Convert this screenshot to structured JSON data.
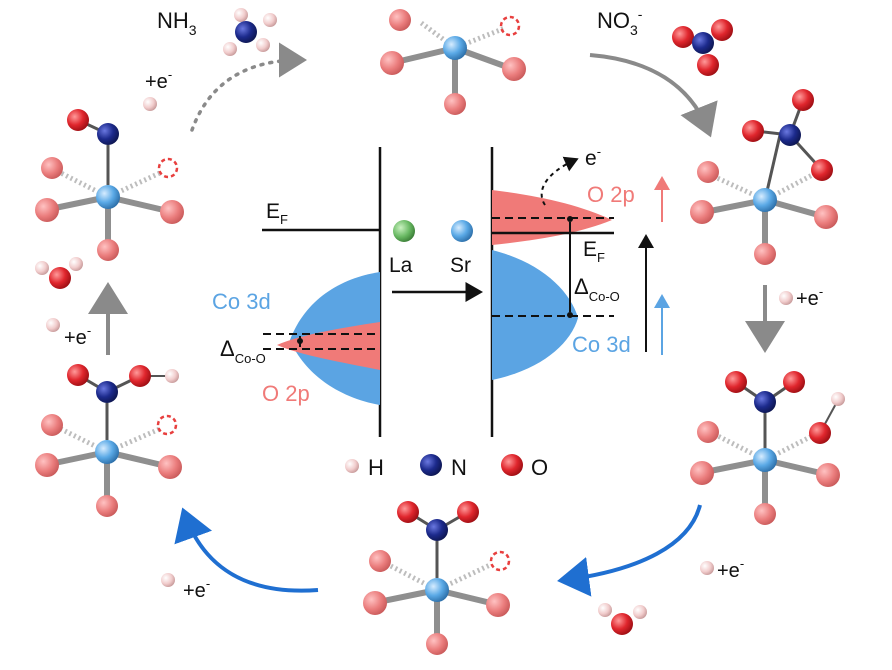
{
  "species": {
    "nh3": "NH",
    "nh3_sub": "3",
    "no3": "NO",
    "no3_sub": "3",
    "no3_sup": "-"
  },
  "steps": {
    "e": "+e",
    "e_sup": "-"
  },
  "band_diagram": {
    "fermi_left": "E",
    "fermi_sub": "F",
    "fermi_right": "E",
    "co3d_left": "Co 3d",
    "o2p_left": "O 2p",
    "delta_left": "Δ",
    "delta_sub": "Co-O",
    "dopant_la": "La",
    "dopant_sr": "Sr",
    "electron_out": "e",
    "electron_sup": "-",
    "o2p_right": "O 2p",
    "co3d_right": "Co 3d",
    "delta_right": "Δ"
  },
  "legend": {
    "h": "H",
    "n": "N",
    "o": "O"
  },
  "colors": {
    "co3d": "#5ba4e3",
    "o2p": "#f07a78",
    "cobalt_atom": "#5aa9e6",
    "oxygen_atom": "#d8232a",
    "nitrogen_atom": "#1c2a8c",
    "hydrogen_atom": "#f3c9c9",
    "la_atom": "#68b862",
    "arrow_grey": "#8a8a8a",
    "arrow_blue": "#1f6fd1"
  }
}
